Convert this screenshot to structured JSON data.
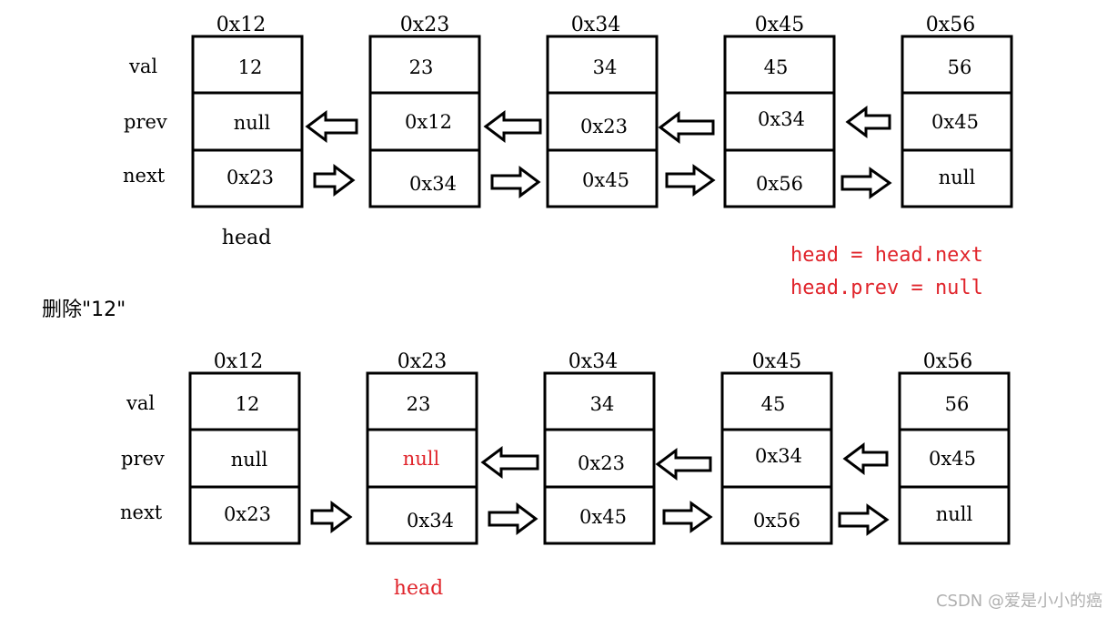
{
  "row_labels": [
    "val",
    "prev",
    "next"
  ],
  "diagram_before": {
    "head_label": "head",
    "nodes": [
      {
        "addr": "0x12",
        "val": "12",
        "prev": "null",
        "next": "0x23"
      },
      {
        "addr": "0x23",
        "val": "23",
        "prev": "0x12",
        "next": "0x34"
      },
      {
        "addr": "0x34",
        "val": "34",
        "prev": "0x23",
        "next": "0x45"
      },
      {
        "addr": "0x45",
        "val": "45",
        "prev": "0x34",
        "next": "0x56"
      },
      {
        "addr": "0x56",
        "val": "56",
        "prev": "0x45",
        "next": "null"
      }
    ]
  },
  "code": {
    "line1": "head = head.next",
    "line2": "head.prev = null"
  },
  "caption": "删除\"12\"",
  "diagram_after": {
    "head_label": "head",
    "nodes": [
      {
        "addr": "0x12",
        "val": "12",
        "prev": "null",
        "next": "0x23"
      },
      {
        "addr": "0x23",
        "val": "23",
        "prev": "null",
        "next": "0x34"
      },
      {
        "addr": "0x34",
        "val": "34",
        "prev": "0x23",
        "next": "0x45"
      },
      {
        "addr": "0x45",
        "val": "45",
        "prev": "0x34",
        "next": "0x56"
      },
      {
        "addr": "0x56",
        "val": "56",
        "prev": "0x45",
        "next": "null"
      }
    ]
  },
  "watermark": "CSDN @爱是小小的癌",
  "colors": {
    "highlight": "#e0242b",
    "watermark": "#b0b0b0"
  }
}
